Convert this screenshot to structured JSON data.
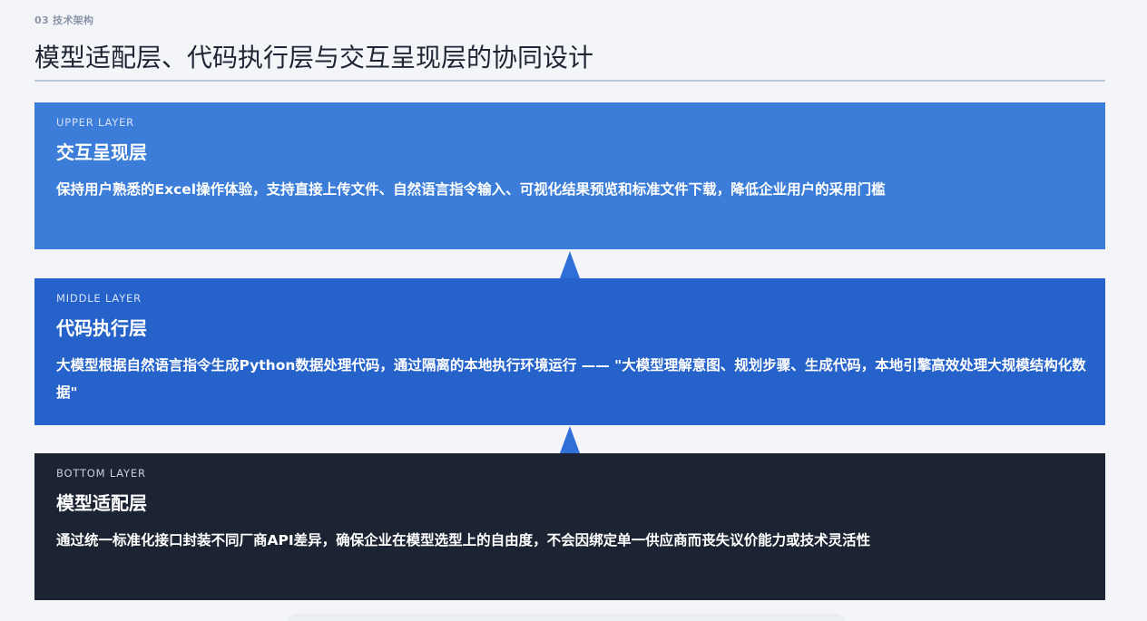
{
  "header": {
    "eyebrow": "03 技术架构",
    "title": "模型适配层、代码执行层与交互呈现层的协同设计"
  },
  "layers": [
    {
      "tag": "UPPER LAYER",
      "name": "交互呈现层",
      "description": "保持用户熟悉的Excel操作体验，支持直接上传文件、自然语言指令输入、可视化结果预览和标准文件下载，降低企业用户的采用门槛",
      "color": "#3b7dd8"
    },
    {
      "tag": "MIDDLE LAYER",
      "name": "代码执行层",
      "description": "大模型根据自然语言指令生成Python数据处理代码，通过隔离的本地执行环境运行 —— \"大模型理解意图、规划步骤、生成代码，本地引擎高效处理大规模结构化数据\"",
      "color": "#2562c9"
    },
    {
      "tag": "BOTTOM LAYER",
      "name": "模型适配层",
      "description": "通过统一标准化接口封装不同厂商API差异，确保企业在模型选型上的自由度，不会因绑定单一供应商而丧失议价能力或技术灵活性",
      "color": "#1c2433"
    }
  ],
  "arrow_color": "#2f6fd6"
}
